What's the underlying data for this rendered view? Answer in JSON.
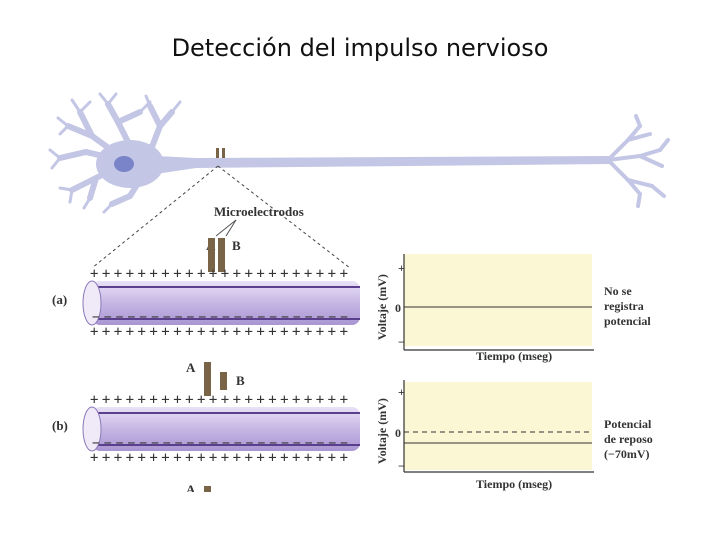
{
  "slide": {
    "title": "Detección del impulso nervioso"
  },
  "figure": {
    "microelectrodes_label": "Microelectrodos",
    "electrode_a": "A",
    "electrode_b": "B",
    "panel_a": {
      "tag": "(a)",
      "y_axis": "Voltaje (mV)",
      "axis_plus": "+",
      "axis_zero": "0",
      "axis_minus": "−",
      "x_axis": "Tiempo (mseg)",
      "note_lines": [
        "No se",
        "registra",
        "potencial"
      ]
    },
    "panel_b": {
      "tag": "(b)",
      "y_axis": "Voltaje (mV)",
      "axis_plus": "+",
      "axis_zero": "0",
      "axis_minus": "−",
      "x_axis": "Tiempo (mseg)",
      "note_lines": [
        "Potencial",
        "de reposo",
        "(−70mV)"
      ]
    },
    "panel_c_partial": {
      "electrode_a": "A"
    },
    "colors": {
      "neuron": "#c3c6e4",
      "nucleus": "#7a84c8",
      "axon_fill": "#c6b6e4",
      "axon_stripe": "#5a3f8c",
      "graph_bg": "#fbf6d4",
      "electrode": "#7a6448"
    }
  }
}
